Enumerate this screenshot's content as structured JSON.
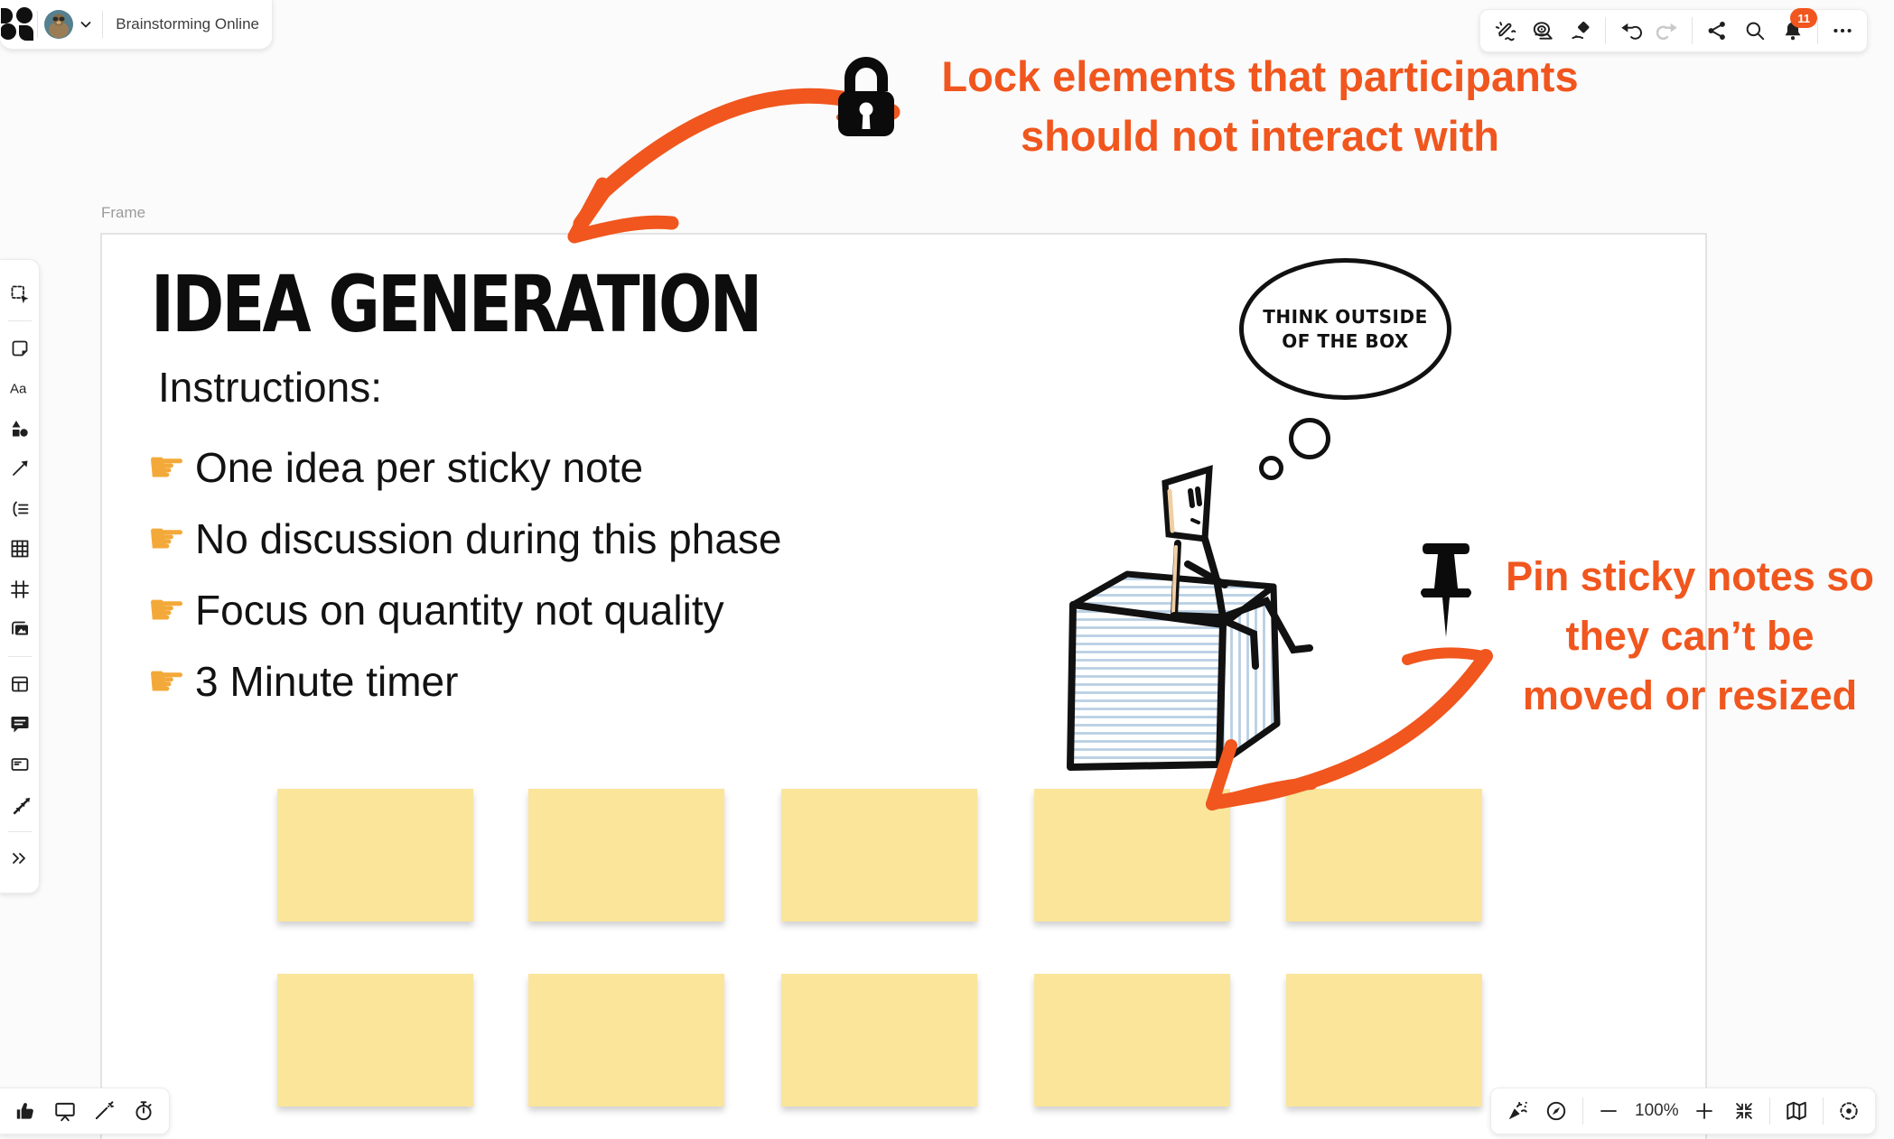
{
  "header": {
    "board_title": "Brainstorming Online",
    "logo_icon": "app-logo-four-dots",
    "avatar_icon": "marmot-avatar",
    "chevron_icon": "chevron-down"
  },
  "top_toolbar": {
    "tools": [
      "draw",
      "tape",
      "eraser",
      "undo",
      "redo",
      "share",
      "search",
      "notifications",
      "more"
    ],
    "notifications_count": "11"
  },
  "sidebar": {
    "tools": [
      "select",
      "sticky-note",
      "text",
      "shapes",
      "connector",
      "mind-map",
      "table",
      "frame",
      "images",
      "template",
      "comment",
      "card",
      "bulk-add",
      "expand-more"
    ],
    "text_tool_glyph": "Aa"
  },
  "bottom_left_toolbar": {
    "tools": [
      "reactions",
      "present",
      "magic-wand",
      "timer"
    ]
  },
  "bottom_right": {
    "tools": [
      "celebrate",
      "navigate",
      "zoom-out",
      "zoom-in",
      "fit-to-screen",
      "minimap",
      "focus-mode"
    ],
    "zoom_level": "100%"
  },
  "frame": {
    "label": "Frame",
    "title": "IDEA GENERATION",
    "instructions_heading": "Instructions:",
    "instructions": [
      {
        "emoji": "☛",
        "text": "One idea per sticky note"
      },
      {
        "emoji": "☛",
        "text": "No discussion during this phase"
      },
      {
        "emoji": "☛",
        "text": "Focus on quantity not quality"
      },
      {
        "emoji": "☛",
        "text": "3 Minute timer"
      }
    ],
    "thought_bubble": {
      "lines": [
        "THINK OUTSIDE",
        "OF THE BOX"
      ]
    },
    "sticky_notes": {
      "rows": 2,
      "per_row": 5,
      "color": "#fae59b",
      "texts": [
        "",
        "",
        "",
        "",
        "",
        "",
        "",
        "",
        "",
        ""
      ]
    }
  },
  "annotations": {
    "lock": {
      "icon": "padlock",
      "lines": [
        "Lock elements that participants",
        "should not interact with"
      ]
    },
    "pin": {
      "icon": "pushpin",
      "lines": [
        "Pin sticky notes so",
        "they can’t be",
        "moved or resized"
      ]
    }
  },
  "colors": {
    "accent_orange": "#f0561e",
    "sticky_yellow": "#fae59b",
    "stripe_blue": "#b9cfe4",
    "badge_red": "#f0561e"
  }
}
